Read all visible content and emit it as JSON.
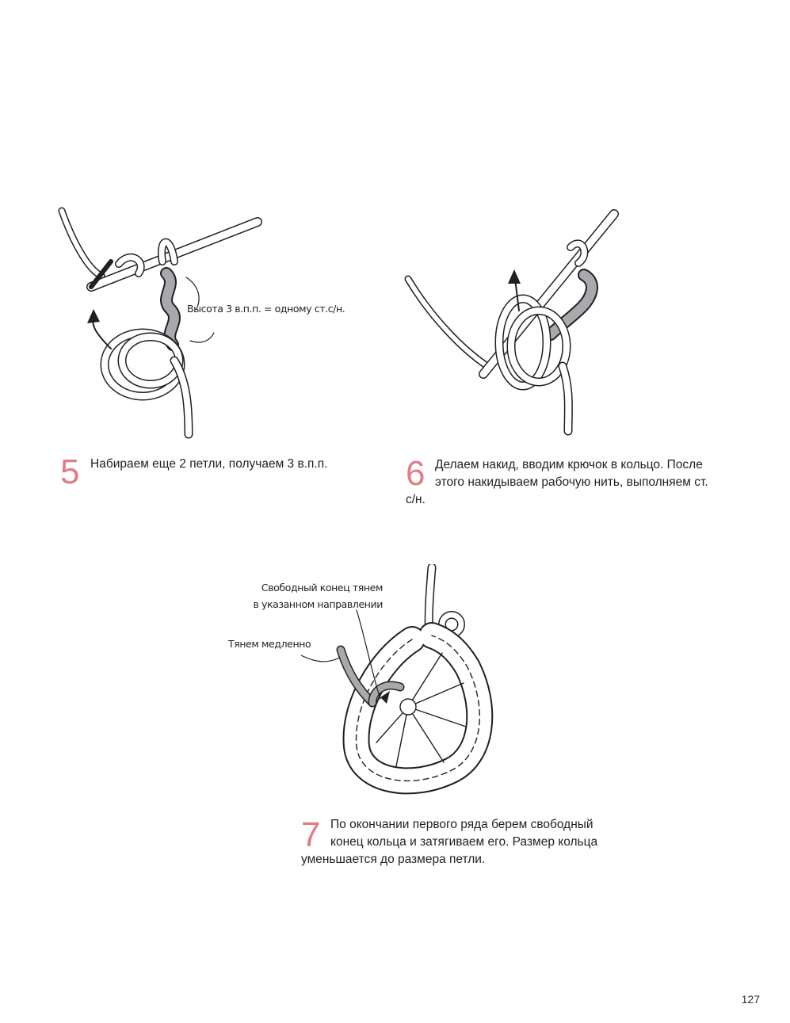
{
  "steps": [
    {
      "number": "5",
      "text": "Набираем еще 2 петли, получаем 3 в.п.п."
    },
    {
      "number": "6",
      "text_line1": "Делаем накид, вводим крючок в кольцо. После",
      "text_line2": "этого накидываем рабочую нить, выполняем ст.",
      "text_line3": "с/н."
    },
    {
      "number": "7",
      "text_line1": "По окончании первого ряда берем свободный",
      "text_line2": "конец кольца и затягиваем его. Размер кольца",
      "text_line3": "уменьшается до размера петли."
    }
  ],
  "annotations": {
    "height_note": "Высота 3 в.п.п. = одному ст.с/н.",
    "free_end_line1": "Свободный конец тянем",
    "free_end_line2": "в указанном направлении",
    "pull_slowly": "Тянем медленно"
  },
  "page_number": "127",
  "colors": {
    "accent": "#e07e86",
    "yarn_grey": "#a7a9ac",
    "ink": "#231f20"
  }
}
